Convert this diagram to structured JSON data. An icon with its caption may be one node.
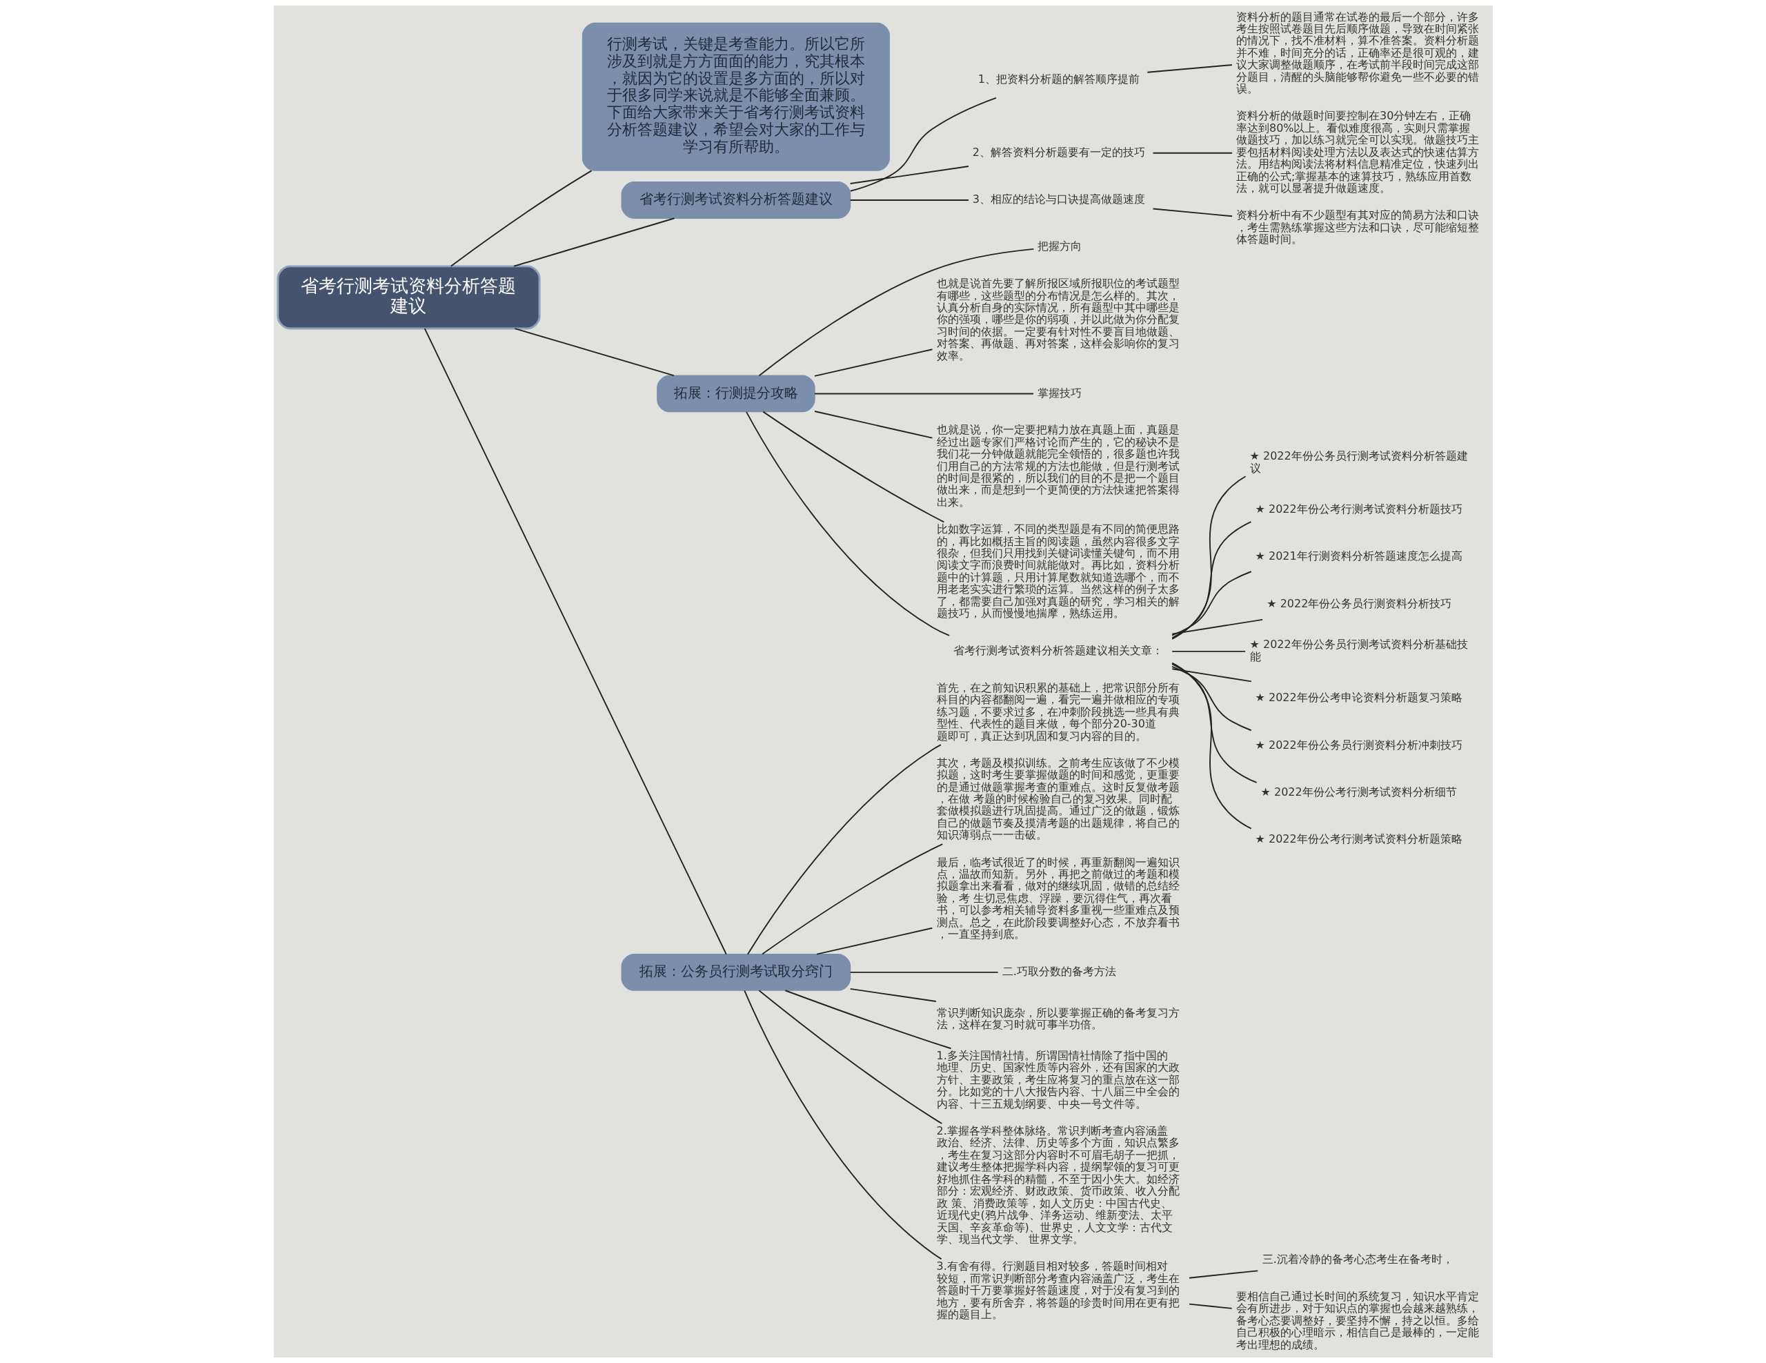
{
  "diagram": {
    "nodes": [
      {
        "text": [
          "省考行测考试资料分析答题建议"
        ]
      },
      {
        "text": [
          "行测考试，关键是考查能力。所以它所涉及到就是方方面面的能力，究其根本，就因为它的设置是多方面的，所以对于很多同学来说就是不能够全面兼顾。下面给大家带来关于省考行测考试资料分析答题建议，希望会对大家的工作与学习有所帮助。"
        ]
      },
      {
        "text": [
          "省考行测考试资料分析答题建议"
        ]
      },
      {
        "text": [
          "1、把资料分析题的解答顺序提前"
        ]
      },
      {
        "text": [
          "资料分析的题目通常在试卷的最后一个部分，许多考生按照试卷题目先后顺序做题，导致在时间紧张的情况下，找不准材料，算不准答案。资料分析题并不难，时间充分的话，正确率还是很可观的，建议大家调整做题顺序，在考试前半段时间完成这部分题目，清醒的头脑能够帮你避免一些不必要的错误。"
        ]
      },
      {
        "text": [
          "2、解答资料分析题要有一定的技巧"
        ]
      },
      {
        "text": [
          "资料分析的做题时间要控制在30分钟左右，正确率达到80%以上。看似难度很高，实则只需掌握做题技巧，加以练习就完全可以实现。做题技巧主要包括材料阅读处理方法以及表达式的快速估算方法。用结构阅读法将材料信息精准定位，快速列出正确的公式;掌握基本的速算技巧，熟练应用首数法，就可以显著提升做题速度。"
        ]
      },
      {
        "text": [
          "3、相应的结论与口诀提高做题速度"
        ]
      },
      {
        "text": [
          "资料分析中有不少题型有其对应的简易方法和口诀，考生需熟练掌握这些方法和口诀，尽可能缩短整体答题时间。"
        ]
      },
      {
        "text": [
          "拓展：行测提分攻略"
        ]
      },
      {
        "text": [
          "把握方向"
        ]
      },
      {
        "text": [
          "也就是说首先要了解所报区域所报职位的考试题型有哪些，这些题型的分布情况是怎么样的。其次，认真分析自身的实际情况，所有题型中其中哪些是你的强项，哪些是你的弱项，并以此做为你分配复习时间的依据。一定要有针对性不要盲目地做题、对答案、再做题、再对答案，这样会影响你的复习效率。"
        ]
      },
      {
        "text": [
          "掌握技巧"
        ]
      },
      {
        "text": [
          "也就是说，你一定要把精力放在真题上面，真题是经过出题专家们严格讨论而产生的，它的秘诀不是我们花一分钟做题就能完全领悟的，很多题也许我们用自己的方法常规的方法也能做，但是行测考试的时间是很紧的，所以我们的目的不是把一个题目做出来，而是想到一个更简便的方法快速把答案得出来。"
        ]
      },
      {
        "text": [
          "比如数字运算，不同的类型题是有不同的简便思路的，再比如概括主旨的阅读题，虽然内容很多文字很杂，但我们只用找到关键词读懂关键句，而不用阅读文字而浪费时间就能做对。再比如，资料分析题中的计算题，只用计算尾数就知道选哪个，而不用老老实实进行繁琐的运算。当然这样的例子太多了，都需要自己加强对真题的研究，学习相关的解题技巧，从而慢慢地揣摩，熟练运用。"
        ]
      },
      {
        "text": [
          "省考行测考试资料分析答题建议相关文章："
        ]
      },
      {
        "text": [
          "★ 2022年份公务员行测考试资料分析答题建议"
        ]
      },
      {
        "text": [
          "★ 2022年份公考行测考试资料分析题技巧"
        ]
      },
      {
        "text": [
          "★ 2021年行测资料分析答题速度怎么提高"
        ]
      },
      {
        "text": [
          "★ 2022年份公务员行测资料分析技巧"
        ]
      },
      {
        "text": [
          "★ 2022年份公务员行测考试资料分析基础技能"
        ]
      },
      {
        "text": [
          "★ 2022年份公考申论资料分析题复习策略"
        ]
      },
      {
        "text": [
          "★ 2022年份公务员行测资料分析冲刺技巧"
        ]
      },
      {
        "text": [
          "★ 2022年份公考行测考试资料分析细节"
        ]
      },
      {
        "text": [
          "★ 2022年份公考行测考试资料分析题策略"
        ]
      },
      {
        "text": [
          "拓展：公务员行测考试取分窍门"
        ]
      },
      {
        "text": [
          "首先，在之前知识积累的基础上，把常识部分所有科目的内容都翻阅一遍，看完一遍并做相应的专项练习题，不要求过多，在冲刺阶段挑选一些具有典型性、代表性的题目来做，每个部分20-30道题即可，真正达到巩固和复习内容的目的。"
        ]
      },
      {
        "text": [
          "其次，考题及模拟训练。之前考生应该做了不少模拟题，这时考生要掌握做题的时间和感觉，更重要的是通过做题掌握考查的重难点。这时反复做考题，在做 考题的时候检验自己的复习效果。同时配套做模拟题进行巩固提高。通过广泛的做题，锻炼自己的做题节奏及摸清考题的出题规律，将自己的知识薄弱点一一击破。"
        ]
      },
      {
        "text": [
          "最后，临考试很近了的时候，再重新翻阅一遍知识点，温故而知新。另外，再把之前做过的考题和模拟题拿出来看看，做对的继续巩固，做错的总结经验，考 生切忌焦虑、浮躁，要沉得住气，再次看书，可以参考相关辅导资料多重视一些重难点及预测点。总之，在此阶段要调整好心态，不放弃看书，一直坚持到底。"
        ]
      },
      {
        "text": [
          "二.巧取分数的备考方法"
        ]
      },
      {
        "text": [
          "常识判断知识庞杂，所以要掌握正确的备考复习方法，这样在复习时就可事半功倍。"
        ]
      },
      {
        "text": [
          "1.多关注国情社情。所谓国情社情除了指中国的地理、历史、国家性质等内容外，还有国家的大政方针、主要政策，考生应将复习的重点放在这一部分。比如党的十八大报告内容、十八届三中全会的内容、十三五规划纲要、中央一号文件等。"
        ]
      },
      {
        "text": [
          "2.掌握各学科整体脉络。常识判断考查内容涵盖政治、经济、法律、历史等多个方面，知识点繁多，考生在复习这部分内容时不可眉毛胡子一把抓，建议考生整体把握学科内容，提纲挈领的复习可更好地抓住各学科的精髓，不至于因小失大。如经济部分：宏观经济、财政政策、货币政策、收入分配政 策、消费政策等，如人文历史：中国古代史、近现代史(鸦片战争、洋务运动、维新变法、太平天国、辛亥革命等)、世界史，人文文学：古代文学、现当代文学、 世界文学。"
        ]
      },
      {
        "text": [
          "3.有舍有得。行测题目相对较多，答题时间相对较短，而常识判断部分考查内容涵盖广泛，考生在答题时千万要掌握好答题速度，对于没有复习到的地方，要有所舍弃，将答题的珍贵时间用在更有把握的题目上。"
        ]
      },
      {
        "text": [
          "三.沉着冷静的备考心态考生在备考时，"
        ]
      },
      {
        "text": [
          "要相信自己通过长时间的系统复习，知识水平肯定会有所进步，对于知识点的掌握也会越来越熟练，备考心态要调整好，要坚持不懈，持之以恒。多给自己积极的心理暗示，相信自己是最棒的，一定能考出理想的成绩。"
        ]
      }
    ],
    "edges": [
      {
        "from": 0,
        "to": 1,
        "arrow": "none"
      },
      {
        "from": 0,
        "to": 2,
        "arrow": "none"
      },
      {
        "from": 2,
        "to": 3,
        "arrow": "none"
      },
      {
        "from": 3,
        "to": 4,
        "arrow": "none"
      },
      {
        "from": 2,
        "to": 5,
        "arrow": "none"
      },
      {
        "from": 5,
        "to": 6,
        "arrow": "none"
      },
      {
        "from": 2,
        "to": 7,
        "arrow": "none"
      },
      {
        "from": 7,
        "to": 8,
        "arrow": "none"
      },
      {
        "from": 0,
        "to": 9,
        "arrow": "none"
      },
      {
        "from": 9,
        "to": 10,
        "arrow": "none"
      },
      {
        "from": 9,
        "to": 11,
        "arrow": "none"
      },
      {
        "from": 9,
        "to": 12,
        "arrow": "none"
      },
      {
        "from": 9,
        "to": 13,
        "arrow": "none"
      },
      {
        "from": 9,
        "to": 14,
        "arrow": "none"
      },
      {
        "from": 9,
        "to": 15,
        "arrow": "none"
      },
      {
        "from": 15,
        "to": 16,
        "arrow": "none"
      },
      {
        "from": 15,
        "to": 17,
        "arrow": "none"
      },
      {
        "from": 15,
        "to": 18,
        "arrow": "none"
      },
      {
        "from": 15,
        "to": 19,
        "arrow": "none"
      },
      {
        "from": 15,
        "to": 20,
        "arrow": "none"
      },
      {
        "from": 15,
        "to": 21,
        "arrow": "none"
      },
      {
        "from": 15,
        "to": 22,
        "arrow": "none"
      },
      {
        "from": 15,
        "to": 23,
        "arrow": "none"
      },
      {
        "from": 15,
        "to": 24,
        "arrow": "none"
      },
      {
        "from": 0,
        "to": 25,
        "arrow": "none"
      },
      {
        "from": 25,
        "to": 26,
        "arrow": "none"
      },
      {
        "from": 25,
        "to": 27,
        "arrow": "none"
      },
      {
        "from": 25,
        "to": 28,
        "arrow": "none"
      },
      {
        "from": 25,
        "to": 29,
        "arrow": "none"
      },
      {
        "from": 25,
        "to": 30,
        "arrow": "none"
      },
      {
        "from": 25,
        "to": 31,
        "arrow": "none"
      },
      {
        "from": 25,
        "to": 32,
        "arrow": "none"
      },
      {
        "from": 25,
        "to": 33,
        "arrow": "none"
      },
      {
        "from": 33,
        "to": 34,
        "arrow": "none"
      },
      {
        "from": 33,
        "to": 35,
        "arrow": "none"
      }
    ]
  }
}
